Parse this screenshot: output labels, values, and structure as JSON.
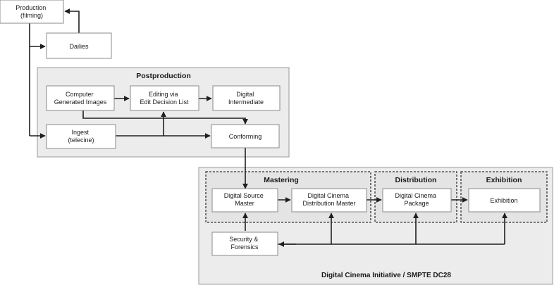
{
  "diagram": {
    "colors": {
      "box_fill": "#ffffff",
      "group_fill": "#ececec",
      "line": "#1f1f1f"
    },
    "groups": {
      "postproduction": {
        "title": "Postproduction"
      },
      "mastering": {
        "title": "Mastering"
      },
      "distribution": {
        "title": "Distribution"
      },
      "exhibition": {
        "title": "Exhibition"
      },
      "dci": {
        "title": "Digital Cinema Initiative / SMPTE DC28"
      }
    },
    "nodes": {
      "production": {
        "lines": [
          "Production",
          "(filming)"
        ]
      },
      "dailies": {
        "lines": [
          "Dailies"
        ]
      },
      "cgi": {
        "lines": [
          "Computer",
          "Generated Images"
        ]
      },
      "editing": {
        "lines": [
          "Editing via",
          "Edit Decision List"
        ]
      },
      "digital_intermediate": {
        "lines": [
          "Digital",
          "Intermediate"
        ]
      },
      "ingest": {
        "lines": [
          "Ingest",
          "(telecine)"
        ]
      },
      "conforming": {
        "lines": [
          "Conforming"
        ]
      },
      "dsm": {
        "lines": [
          "Digital Source",
          "Master"
        ]
      },
      "dcdm": {
        "lines": [
          "Digital Cinema",
          "Distribution Master"
        ]
      },
      "dcp": {
        "lines": [
          "Digital Cinema",
          "Package"
        ]
      },
      "exhibition_box": {
        "lines": [
          "Exhibition"
        ]
      },
      "security": {
        "lines": [
          "Security &",
          "Forensics"
        ]
      }
    }
  }
}
